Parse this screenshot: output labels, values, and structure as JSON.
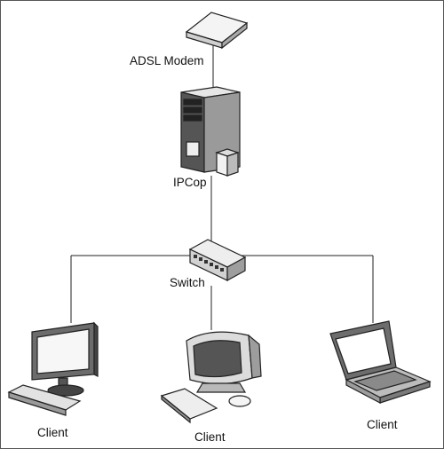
{
  "nodes": {
    "modem": {
      "label": "ADSL Modem",
      "icon": "adsl-modem-icon"
    },
    "ipcop": {
      "label": "IPCop",
      "icon": "server-tower-icon"
    },
    "switch": {
      "label": "Switch",
      "icon": "network-switch-icon"
    },
    "client_left": {
      "label": "Client",
      "icon": "lcd-desktop-icon"
    },
    "client_center": {
      "label": "Client",
      "icon": "crt-desktop-icon"
    },
    "client_right": {
      "label": "Client",
      "icon": "laptop-icon"
    }
  }
}
